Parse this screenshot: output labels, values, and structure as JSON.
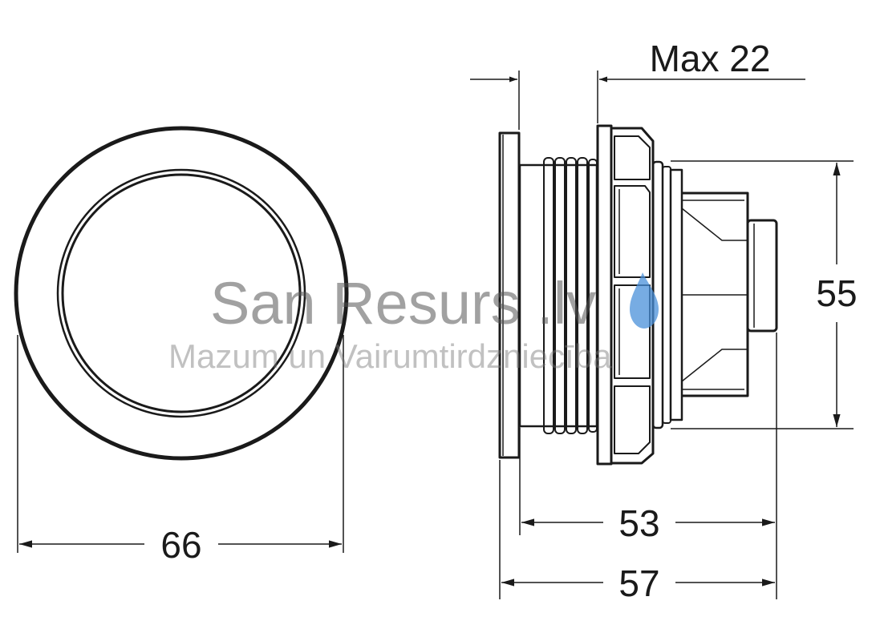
{
  "dimensions": {
    "top_label": "Max 22",
    "right_label": "55",
    "bottom_left_label": "66",
    "bottom_inner_label": "53",
    "bottom_outer_label": "57"
  },
  "watermark": {
    "title": "San Resurs .lv",
    "subtitle": "Mazum un Vairumtirdzniecība",
    "drop_color": "#4a90d9"
  },
  "colors": {
    "line": "#1a1a1a",
    "background": "#ffffff"
  }
}
